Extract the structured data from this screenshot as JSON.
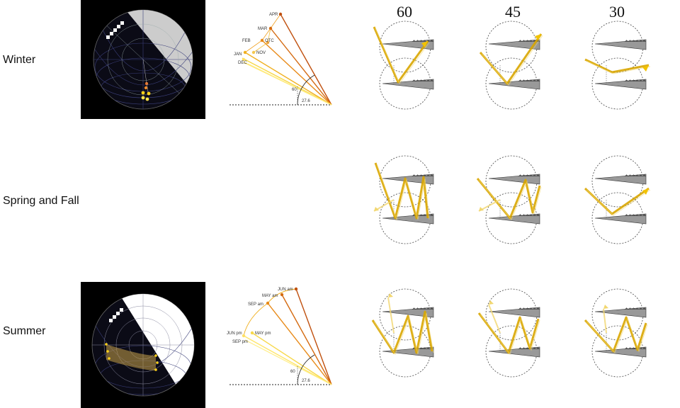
{
  "columns": [
    "60",
    "45",
    "30"
  ],
  "rows": [
    "Winter",
    "Spring and Fall",
    "Summer"
  ],
  "winter_angles": {
    "months": [
      "APR",
      "MAR",
      "OTC",
      "FEB",
      "NOV",
      "JAN",
      "DEC"
    ],
    "angle_high": "60",
    "angle_low": "27.6"
  },
  "summer_angles": {
    "months": [
      "JUN am",
      "MAY am",
      "SEP am",
      "MAY pm",
      "JUN pm",
      "SEP pm"
    ],
    "angle_high": "60",
    "angle_low": "27.6"
  },
  "colors": {
    "ray_dark": "#d9a600",
    "ray_light": "#f2d770",
    "arrow": "#f2c200",
    "tile_bg": "#000000",
    "sky_fill": "#cccccc",
    "sky_fill_summer": "#ffffff",
    "sun_path_band": "#c9a24a"
  }
}
